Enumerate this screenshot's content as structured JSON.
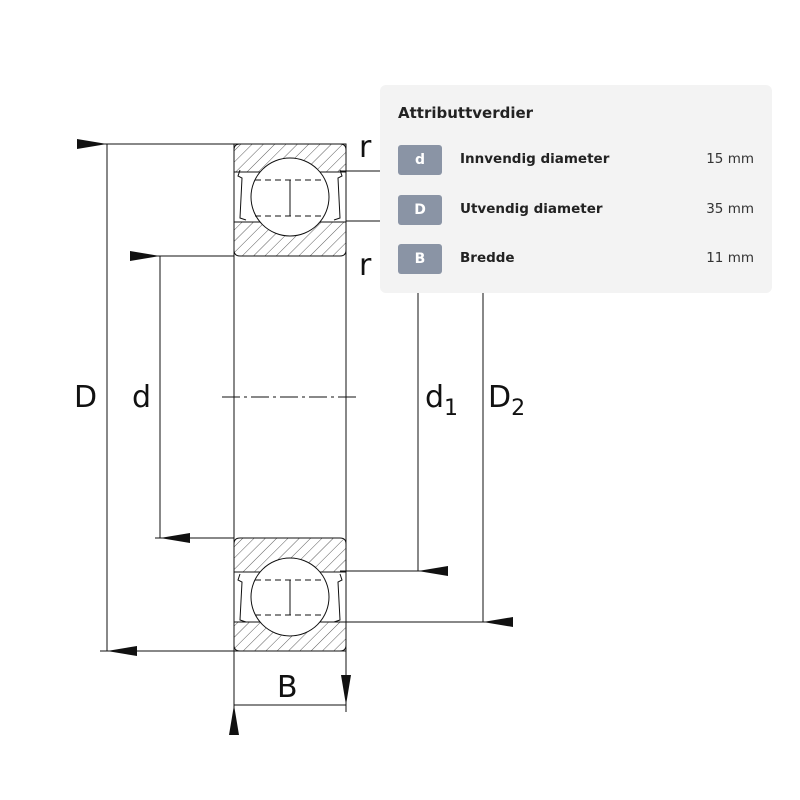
{
  "diagram": {
    "labels": {
      "D": "D",
      "d": "d",
      "d1_main": "d",
      "d1_sub": "1",
      "D2_main": "D",
      "D2_sub": "2",
      "B": "B",
      "r_top": "r",
      "r_bottom": "r"
    }
  },
  "panel": {
    "title": "Attributtverdier",
    "rows": [
      {
        "symbol": "d",
        "name": "Innvendig diameter",
        "value": "15 mm"
      },
      {
        "symbol": "D",
        "name": "Utvendig diameter",
        "value": "35 mm"
      },
      {
        "symbol": "B",
        "name": "Bredde",
        "value": "11 mm"
      }
    ],
    "badge_color": "#8a94a5"
  }
}
